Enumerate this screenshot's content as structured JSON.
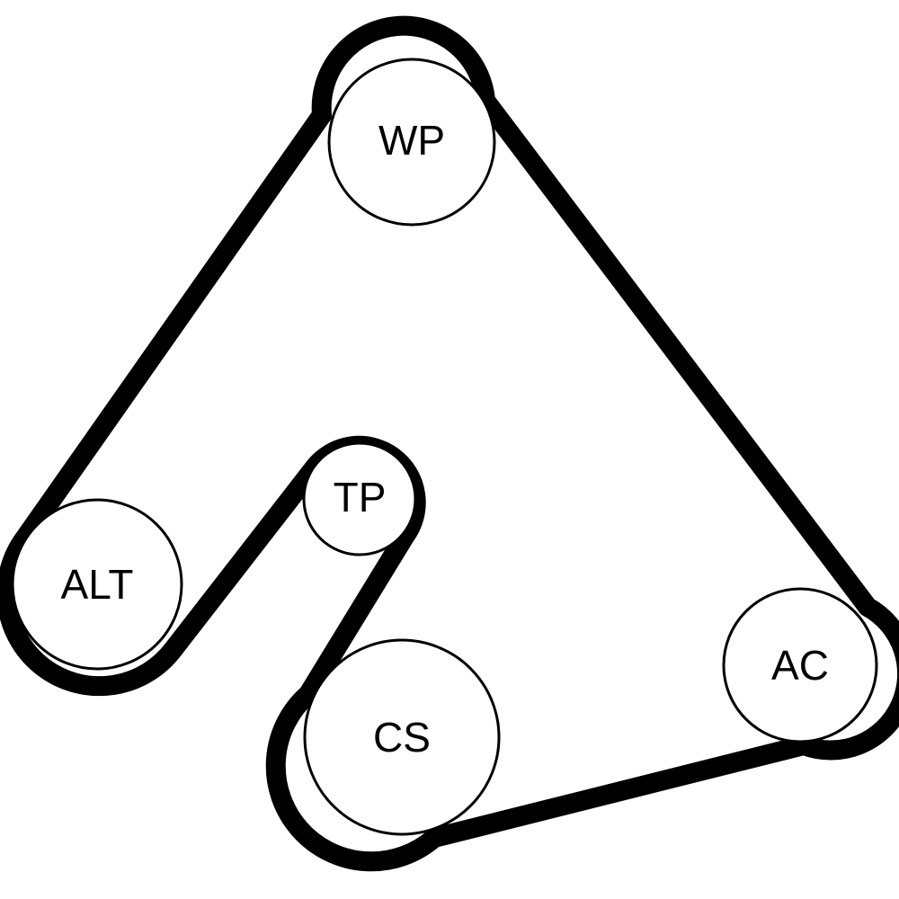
{
  "diagram": {
    "title": "",
    "belt_color": "#000000",
    "pulley_fill": "#ffffff",
    "pulleys": {
      "wp": {
        "label": "WP"
      },
      "tp": {
        "label": "TP"
      },
      "alt": {
        "label": "ALT"
      },
      "cs": {
        "label": "CS"
      },
      "ac": {
        "label": "AC"
      }
    },
    "belt_route": [
      "WP",
      "AC",
      "CS",
      "TP",
      "ALT"
    ]
  }
}
